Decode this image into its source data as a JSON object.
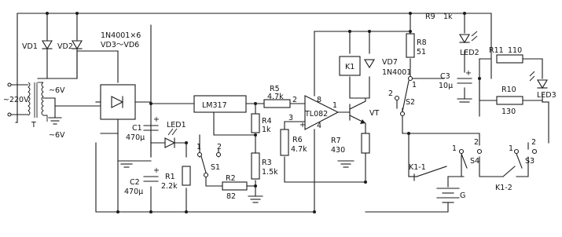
{
  "labels": {
    "vd1": "VD1",
    "vd2": "VD2",
    "diode_series": "1N4001×6",
    "diode_range": "VD3～VD6",
    "ac_in": "~220V",
    "sec_top": "~6V",
    "sec_bot": "~6V",
    "transformer": "T",
    "c1": "C1",
    "c1_val": "470μ",
    "led1": "LED1",
    "lm317": "LM317",
    "r5": "R5",
    "r5_val": "4.7k",
    "r4": "R4",
    "r4_val": "1k",
    "r3": "R3",
    "r3_val": "1.5k",
    "r6": "R6",
    "r6_val": "4.7k",
    "r7": "R7",
    "r7_val": "430",
    "r2": "R2",
    "r2_val": "82",
    "r1": "R1",
    "r1_val": "2.2k",
    "c2": "C2",
    "c2_val": "470μ",
    "s1": "S1",
    "s1_p1": "1",
    "s1_p2": "2",
    "opamp": "TL082",
    "pin2": "2",
    "pin3": "3",
    "pin8": "8",
    "pin1": "1",
    "pin4": "4",
    "vt": "VT",
    "k1": "K1",
    "vd7": "VD7",
    "vd7_type": "1N4001",
    "r9": "R9",
    "r9_val": "1k",
    "r8": "R8",
    "r8_val": "51",
    "led2": "LED2",
    "c3": "C3",
    "c3_val": "10μ",
    "s2": "S2",
    "s2_p1": "1",
    "s2_p2": "2",
    "r11": "R11",
    "r11_val": "110",
    "r10": "R10",
    "r10_val": "130",
    "led3": "LED3",
    "s4": "S4",
    "s4_p1": "1",
    "s4_p2": "2",
    "s3": "S3",
    "s3_p1": "1",
    "s3_p2": "2",
    "k1_1": "K1-1",
    "k1_2": "K1-2",
    "battery": "G",
    "plus": "+"
  }
}
